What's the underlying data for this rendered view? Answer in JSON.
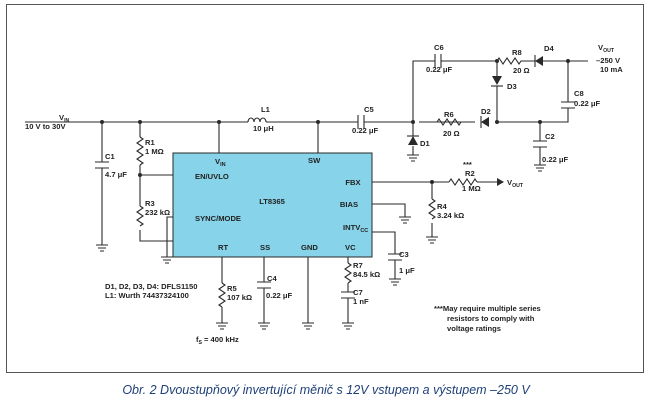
{
  "components": {
    "vin_label": "V",
    "vin_sub": "IN",
    "vin_range": "10 V to 30V",
    "c1_name": "C1",
    "c1_value": "4.7 μF",
    "r1_name": "R1",
    "r1_value": "1 MΩ",
    "r3_name": "R3",
    "r3_value": "232 kΩ",
    "l1_name": "L1",
    "l1_value": "10 μH",
    "c5_name": "C5",
    "c5_value": "0.22 μF",
    "c6_name": "C6",
    "c6_value": "0.22 μF",
    "r8_name": "R8",
    "r8_value": "20 Ω",
    "d4_name": "D4",
    "d3_name": "D3",
    "r6_name": "R6",
    "r6_value": "20 Ω",
    "d2_name": "D2",
    "d1_name": "D1",
    "c8_name": "C8",
    "c8_value": "0.22 μF",
    "c2_name": "C2",
    "c2_value": "0.22 μF",
    "vout_top_label": "V",
    "vout_top_sub": "OUT",
    "vout_voltage": "–250 V",
    "vout_current": "10 mA",
    "r2_name": "R2",
    "r2_value": "1 MΩ",
    "r2_note": "***",
    "vout_fb_label": "V",
    "vout_fb_sub": "OUT",
    "r4_name": "R4",
    "r4_value": "3.24 kΩ",
    "c3_name": "C3",
    "c3_value": "1 μF",
    "r7_name": "R7",
    "r7_value": "84.5 kΩ",
    "c7_name": "C7",
    "c7_value": "1 nF",
    "c4_name": "C4",
    "c4_value": "0.22 μF",
    "r5_name": "R5",
    "r5_value": "107 kΩ",
    "fs_label": "f",
    "fs_sub": "S",
    "fs_value": "= 400 kHz"
  },
  "ic": {
    "name": "LT8365",
    "pin_vin": "V",
    "pin_vin_sub": "IN",
    "pin_sw": "SW",
    "pin_en": "EN/UVLO",
    "pin_fbx": "FBX",
    "pin_bias": "BIAS",
    "pin_sync": "SYNC/MODE",
    "pin_intv": "INTV",
    "pin_intv_sub": "CC",
    "pin_rt": "RT",
    "pin_ss": "SS",
    "pin_gnd": "GND",
    "pin_vc": "VC"
  },
  "notes": {
    "parts_line1": "D1, D2, D3, D4: DFLS1150",
    "parts_line2": "L1: Wurth 74437324100",
    "series_note_1": "***May require multiple series",
    "series_note_2": "resistors to comply with",
    "series_note_3": "voltage ratings"
  },
  "caption": "Obr. 2  Dvoustupňový invertující měnič s 12V vstupem a výstupem –250 V",
  "colors": {
    "wire": "#2a2a2a",
    "ic_fill": "#86d3ea",
    "caption": "#1d3f77"
  }
}
